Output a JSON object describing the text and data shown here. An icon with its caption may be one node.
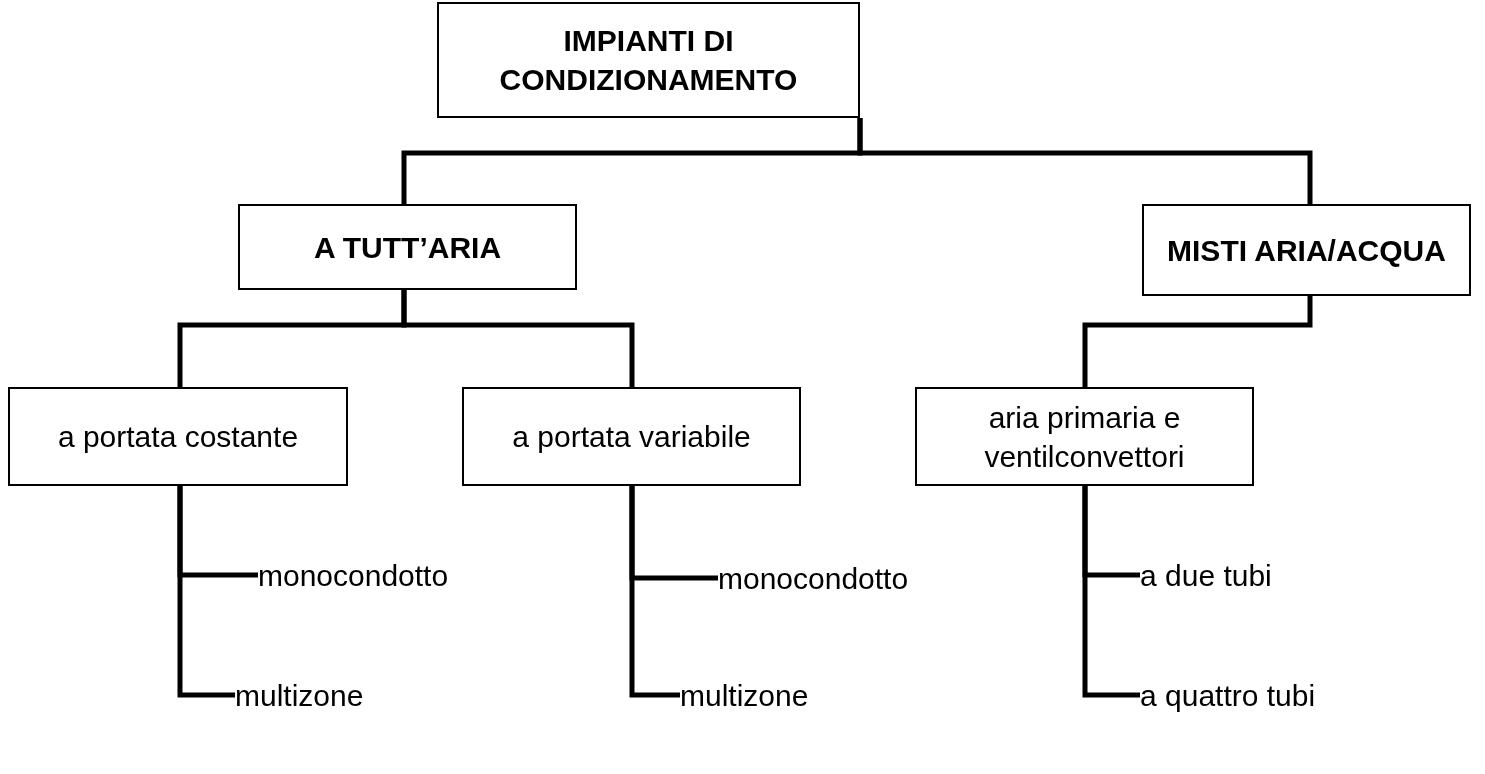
{
  "diagram": {
    "nodes": [
      {
        "text": [
          "IMPIANTI DI CONDIZIONAMENTO"
        ]
      },
      {
        "text": [
          "A TUTT’ARIA"
        ]
      },
      {
        "text": [
          "MISTI ARIA/ACQUA"
        ]
      },
      {
        "text": [
          "a portata costante"
        ]
      },
      {
        "text": [
          "a portata variabile"
        ]
      },
      {
        "text": [
          "aria primaria e ventilconvettori"
        ]
      },
      {
        "text": [
          "monocondotto"
        ]
      },
      {
        "text": [
          "multizone"
        ]
      },
      {
        "text": [
          "monocondotto"
        ]
      },
      {
        "text": [
          "multizone"
        ]
      },
      {
        "text": [
          "a due tubi"
        ]
      },
      {
        "text": [
          "a quattro tubi"
        ]
      }
    ],
    "edges": [
      {
        "from": 0,
        "to": 1,
        "arrow": "none"
      },
      {
        "from": 0,
        "to": 2,
        "arrow": "none"
      },
      {
        "from": 1,
        "to": 3,
        "arrow": "none"
      },
      {
        "from": 1,
        "to": 4,
        "arrow": "none"
      },
      {
        "from": 2,
        "to": 5,
        "arrow": "none"
      },
      {
        "from": 3,
        "to": 6,
        "arrow": "none"
      },
      {
        "from": 3,
        "to": 7,
        "arrow": "none"
      },
      {
        "from": 4,
        "to": 8,
        "arrow": "none"
      },
      {
        "from": 4,
        "to": 9,
        "arrow": "none"
      },
      {
        "from": 5,
        "to": 10,
        "arrow": "none"
      },
      {
        "from": 5,
        "to": 11,
        "arrow": "none"
      }
    ]
  }
}
